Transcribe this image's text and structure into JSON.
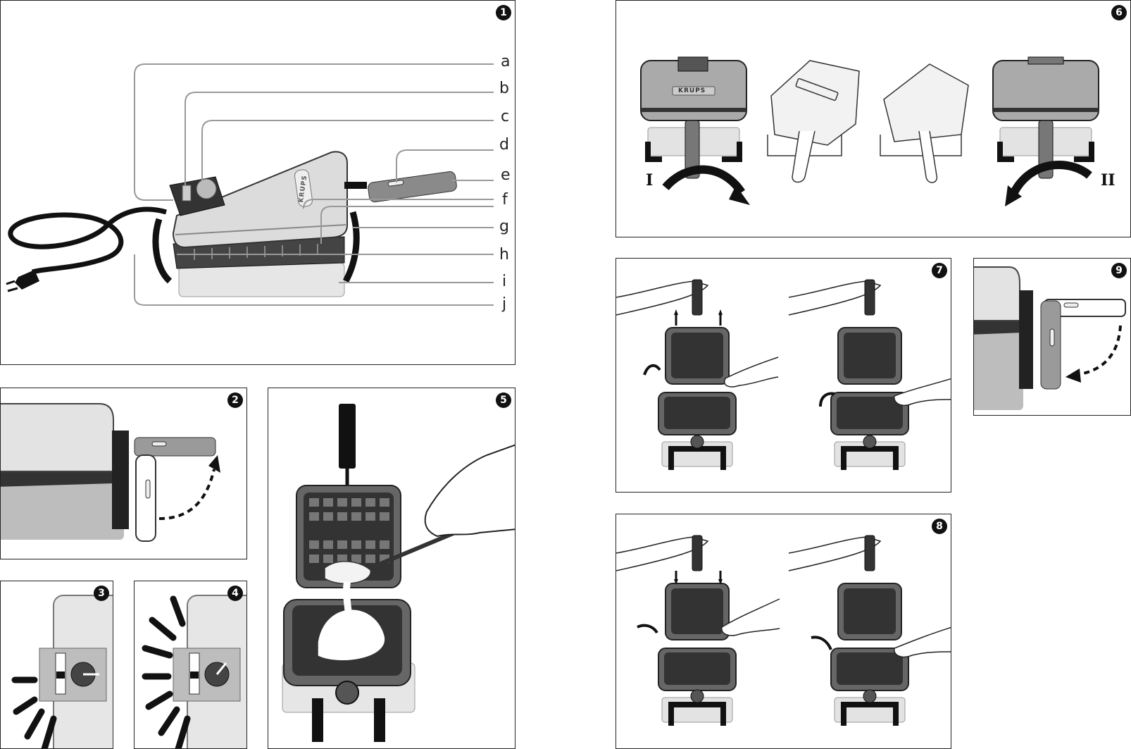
{
  "panels": {
    "p1": {
      "number": "1"
    },
    "p2": {
      "number": "2"
    },
    "p3": {
      "number": "3"
    },
    "p4": {
      "number": "4"
    },
    "p5": {
      "number": "5"
    },
    "p6": {
      "number": "6",
      "step_left": "I",
      "step_right": "II"
    },
    "p7": {
      "number": "7"
    },
    "p8": {
      "number": "8"
    },
    "p9": {
      "number": "9"
    }
  },
  "part_labels": [
    "a",
    "b",
    "c",
    "d",
    "e",
    "f",
    "g",
    "h",
    "i",
    "j"
  ],
  "brand": "KRUPS",
  "colors": {
    "line": "#222222",
    "body_light": "#d9d9d9",
    "body_mid": "#a8a8a8",
    "body_dark": "#3a3a3a",
    "badge": "#111111"
  }
}
